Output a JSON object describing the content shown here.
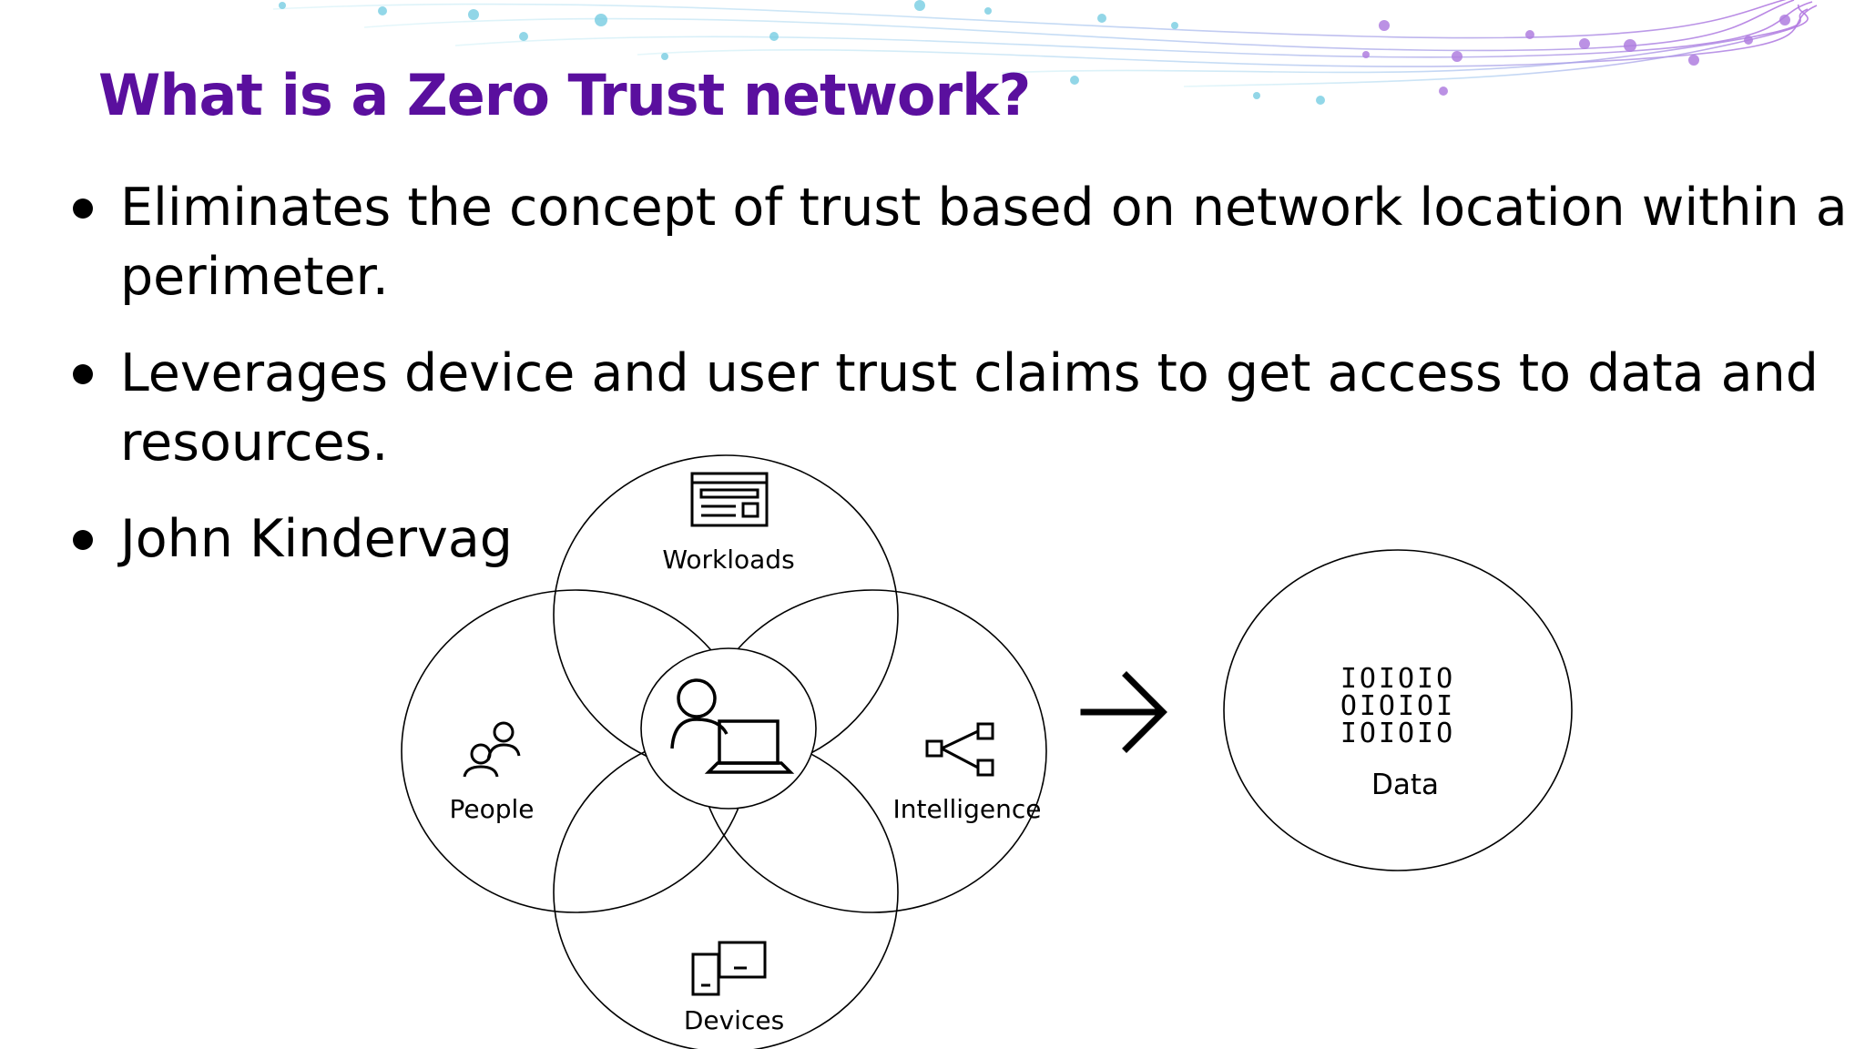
{
  "slide": {
    "title": "What is a Zero Trust network?",
    "title_color": "#5a0f9e",
    "bullets": [
      "Eliminates the concept of trust based on network location within a perimeter.",
      "Leverages device and user trust claims to get access to data and resources.",
      "John Kindervag"
    ]
  },
  "diagram": {
    "center_icon": "user-laptop-icon",
    "pillars": [
      {
        "label": "Workloads",
        "icon": "workload-window-icon"
      },
      {
        "label": "People",
        "icon": "people-icon"
      },
      {
        "label": "Intelligence",
        "icon": "network-nodes-icon"
      },
      {
        "label": "Devices",
        "icon": "devices-icon"
      }
    ],
    "arrow_icon": "arrow-right-icon",
    "target": {
      "label": "Data",
      "icon": "binary-data-icon",
      "binary_lines": [
        "IOIOIO",
        "OIOIOI",
        "IOIOIO"
      ]
    }
  }
}
